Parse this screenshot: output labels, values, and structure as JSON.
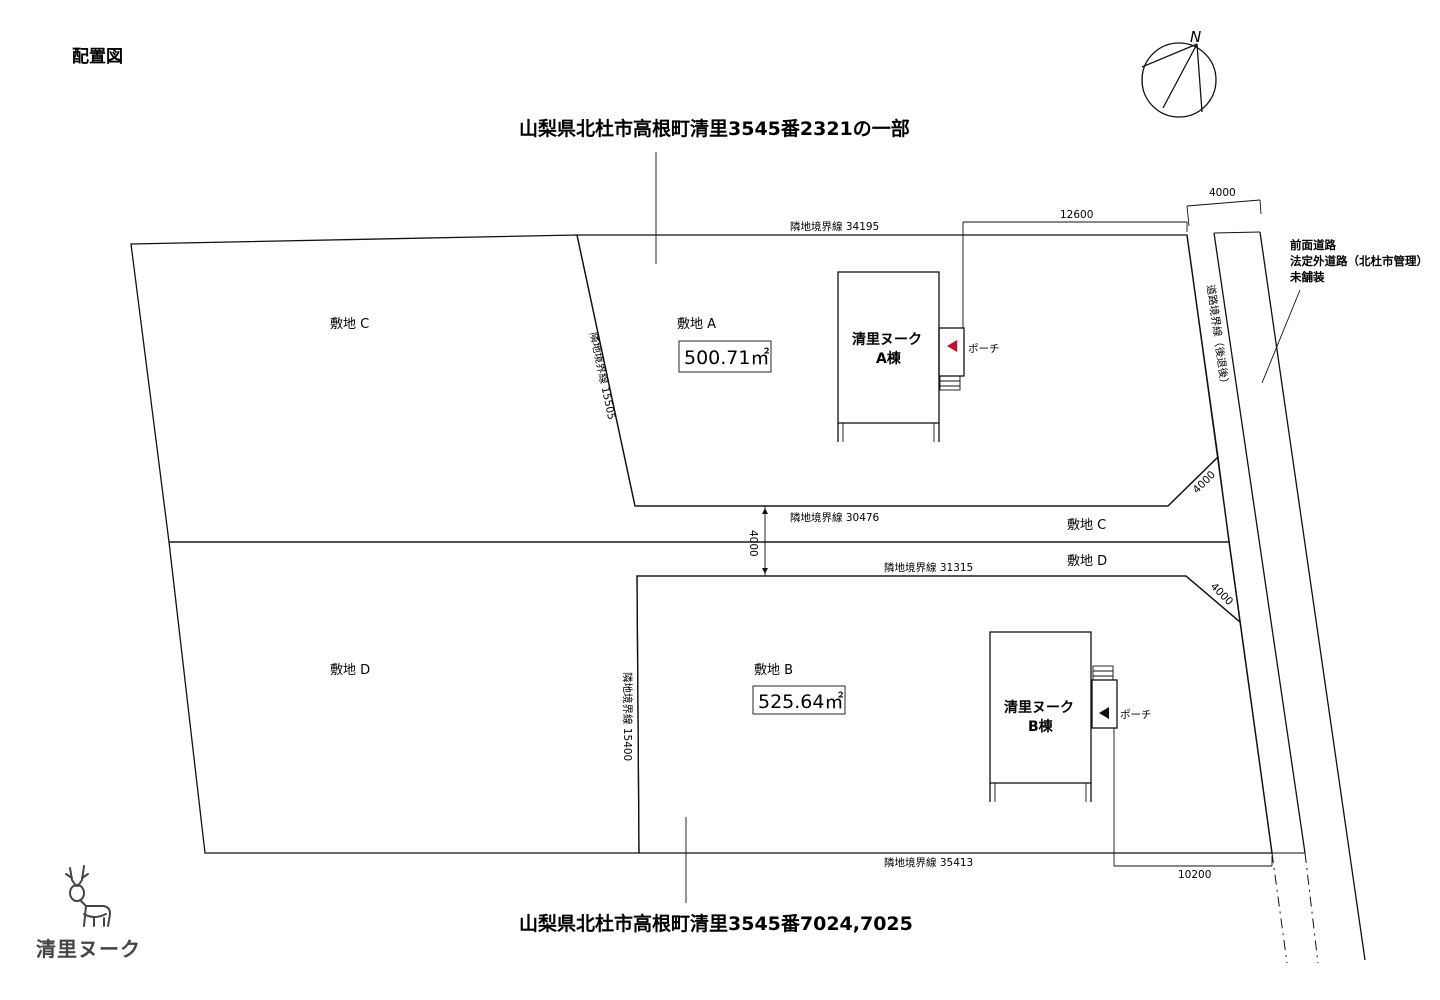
{
  "title": "配置図",
  "address_top": "山梨県北杜市高根町清里3545番2321の一部",
  "address_bottom": "山梨県北杜市高根町清里3545番7024,7025",
  "north_label": "N",
  "lots": {
    "a": {
      "label": "敷地 A",
      "area": "500.71㎡"
    },
    "b": {
      "label": "敷地 B",
      "area": "525.64㎡"
    },
    "c": {
      "label": "敷地 C"
    },
    "d": {
      "label": "敷地 D"
    }
  },
  "buildings": {
    "a": {
      "name": "清里ヌーク",
      "sub": "A棟",
      "porch": "ポーチ"
    },
    "b": {
      "name": "清里ヌーク",
      "sub": "B棟",
      "porch": "ポーチ"
    }
  },
  "boundaries": {
    "top": "隣地境界線  34195",
    "a_left": "隣地境界線  15505",
    "a_bottom": "隣地境界線  30476",
    "b_top": "隣地境界線  31315",
    "b_left": "隣地境界線  15400",
    "bottom": "隣地境界線  35413",
    "road": "道路境界線（後退後）"
  },
  "dimensions": {
    "road_width": "4000",
    "a_setback": "12600",
    "gap": "4000",
    "corner_a": "4000",
    "corner_b": "4000",
    "b_setback": "10200"
  },
  "road_note": [
    "前面道路",
    "法定外道路（北杜市管理）",
    "未舗装"
  ],
  "brand": "清里ヌーク",
  "colors": {
    "lot_fill": "#c6dfc3",
    "line": "#111111",
    "porch_mark": "#c0102a"
  }
}
